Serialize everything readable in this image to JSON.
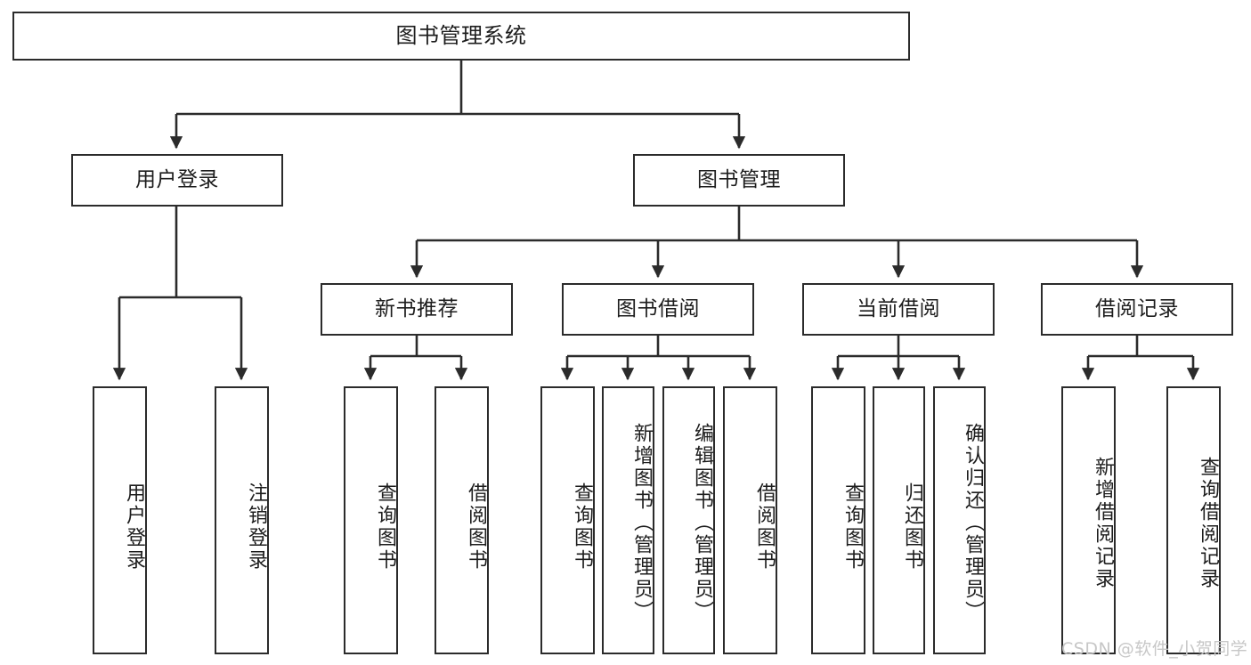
{
  "diagram": {
    "title_node": {
      "label": "图书管理系统"
    },
    "level1": [
      {
        "id": "user-login",
        "label": "用户登录"
      },
      {
        "id": "book-management",
        "label": "图书管理"
      }
    ],
    "level2": [
      {
        "id": "new-book-recommend",
        "label": "新书推荐"
      },
      {
        "id": "book-borrow",
        "label": "图书借阅"
      },
      {
        "id": "current-borrow",
        "label": "当前借阅"
      },
      {
        "id": "borrow-record",
        "label": "借阅记录"
      }
    ],
    "leaves": {
      "user_login": [
        {
          "id": "leaf-user-login",
          "label": "用户登录"
        },
        {
          "id": "leaf-logout",
          "label": "注销登录"
        }
      ],
      "new_book_recommend": [
        {
          "id": "leaf-query-book-1",
          "label": "查询图书"
        },
        {
          "id": "leaf-borrow-book-1",
          "label": "借阅图书"
        }
      ],
      "book_borrow": [
        {
          "id": "leaf-query-book-2",
          "label": "查询图书"
        },
        {
          "id": "leaf-add-book",
          "label": "新增图书（管理员）"
        },
        {
          "id": "leaf-edit-book",
          "label": "编辑图书（管理员）"
        },
        {
          "id": "leaf-borrow-book-2",
          "label": "借阅图书"
        }
      ],
      "current_borrow": [
        {
          "id": "leaf-query-book-3",
          "label": "查询图书"
        },
        {
          "id": "leaf-return-book",
          "label": "归还图书"
        },
        {
          "id": "leaf-confirm-return",
          "label": "确认归还（管理员）"
        }
      ],
      "borrow_record": [
        {
          "id": "leaf-add-record",
          "label": "新增借阅记录"
        },
        {
          "id": "leaf-query-record",
          "label": "查询借阅记录"
        }
      ]
    }
  },
  "watermark": {
    "text": "CSDN @软件_小贺同学"
  },
  "colors": {
    "stroke": "#2b2b2b",
    "background": "#ffffff",
    "text": "#1d1d1d",
    "watermark": "#c7c7c7"
  }
}
